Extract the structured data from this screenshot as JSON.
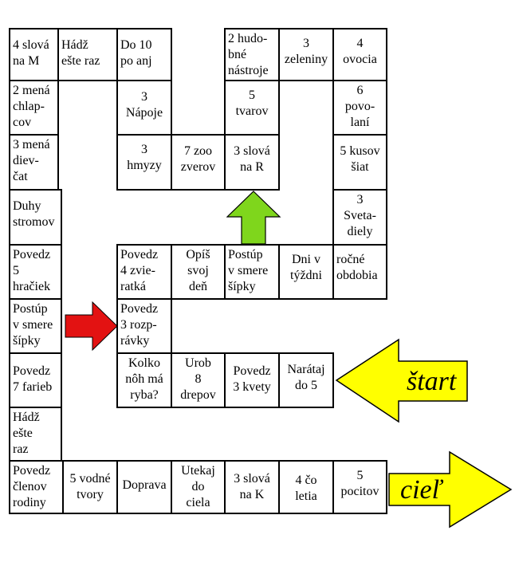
{
  "board": {
    "cells": {
      "c01": "4 slová\nna M",
      "c02": "Hádž\nešte raz",
      "c03": "Do 10\npo anj",
      "c04": "2 hudo-\nbné\nnástroje",
      "c05": "3\nzeleniny",
      "c06": "4\novocia",
      "c07": "2 mená\nchlap-\ncov",
      "c08": "3\nNápoje",
      "c09": "5\ntvarov",
      "c10": "6\npovo-\nlaní",
      "c11": "3 mená\ndiev-\nčat",
      "c12": "3\nhmyzy",
      "c13": "7 zoo\nzverov",
      "c14": "3 slová\nna R",
      "c15": "5 kusov\nšiat",
      "c16": "Duhy\nstromov",
      "c17": "3\nSveta-\ndiely",
      "c18": "Povedz\n5\nhračiek",
      "c19": "Povedz\n4 zvie-\nratká",
      "c20": "Opíš\nsvoj\ndeň",
      "c21": "Postúp\nv smere\nšípky",
      "c22": "Dni v\ntýždni",
      "c23": "ročné\nobdobia",
      "c24": "Postúp\nv smere\nšípky",
      "c25": "Povedz\n3 rozp-\nrávky",
      "c26": "Povedz\n7 farieb",
      "c27": "Kolko\nnôh má\nryba?",
      "c28": "Urob\n8\ndrepov",
      "c29": "Povedz\n3 kvety",
      "c30": "Narátaj\ndo 5",
      "c31": "Hádž\nešte\nraz",
      "c32": "Povedz\nčlenov\nrodiny",
      "c33": "5 vodné\ntvory",
      "c34": "Doprava",
      "c35": "Utekaj\ndo\nciela",
      "c36": "3 slová\nna K",
      "c37": "4 čo\nletia",
      "c38": "5\npocitov"
    },
    "start_label": "štart",
    "finish_label": "cieľ"
  },
  "colors": {
    "start_arrow": "#ffff00",
    "finish_arrow": "#ffff00",
    "up_arrow": "#7fd61c",
    "right_arrow": "#e31212"
  }
}
